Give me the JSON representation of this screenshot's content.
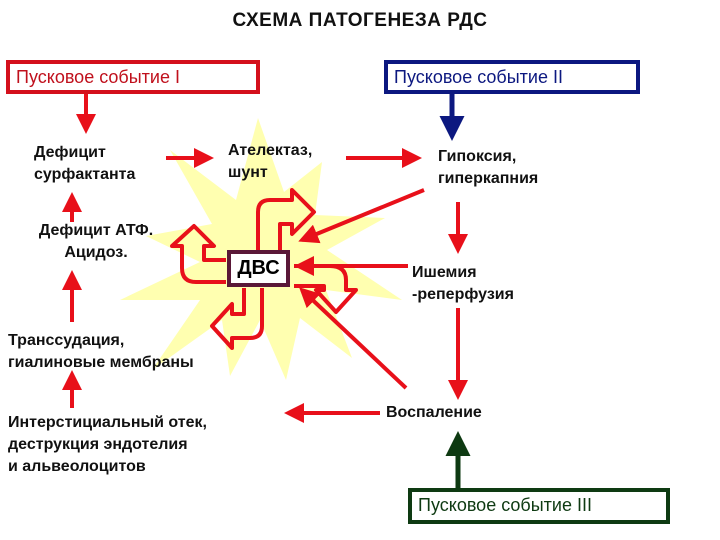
{
  "title": "СХЕМА ПАТОГЕНЕЗА РДС",
  "triggers": {
    "t1": "Пусковое событие I",
    "t2": "Пусковое событие II",
    "t3": "Пусковое событие III"
  },
  "nodes": {
    "surfactant": [
      "Дефицит",
      "сурфактанта"
    ],
    "atelectasis": [
      "Ателектаз,",
      "шунт"
    ],
    "hypoxia": [
      "Гипоксия,",
      "гиперкапния"
    ],
    "atp": [
      "Дефицит АТФ.",
      "Ацидоз."
    ],
    "dvs": "ДВС",
    "ischemia": [
      "Ишемия",
      "-реперфузия"
    ],
    "transudation": [
      "Транссудация,",
      "гиалиновые мембраны"
    ],
    "inflammation": "Воспаление",
    "edema": [
      "Интерстициальный отек,",
      "деструкция эндотелия",
      "и альвеолоцитов"
    ]
  },
  "colors": {
    "arrow_red": "#e8101a",
    "trigger1_border": "#d4101c",
    "trigger1_text": "#c0101c",
    "trigger2": "#0c1880",
    "trigger3": "#0e3a12",
    "starburst": "#ffffb0",
    "dvs_border": "#5a1838"
  }
}
